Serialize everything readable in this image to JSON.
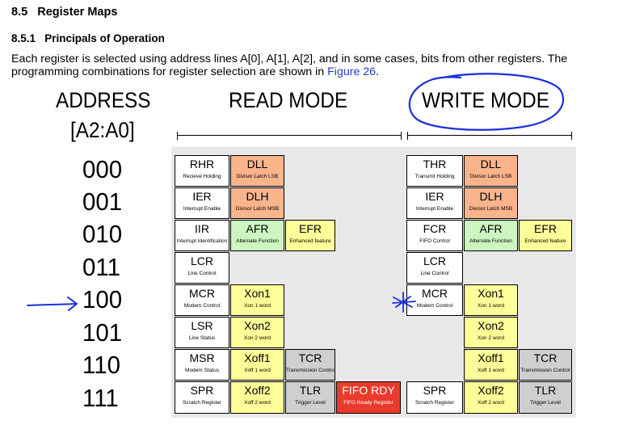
{
  "heading": {
    "number": "8.5",
    "title": "Register Maps"
  },
  "subheading": {
    "number": "8.5.1",
    "title": "Principals of Operation"
  },
  "paragraph": {
    "text": "Each register is selected using address lines A[0], A[1], A[2], and in some cases, bits from other registers. The programming combinations for register selection are shown in",
    "link": "Figure 26",
    "end": "."
  },
  "figure": {
    "address_label": "ADDRESS",
    "address_sub": "[A2:A0]",
    "read_label": "READ MODE",
    "write_label": "WRITE MODE",
    "addresses": [
      "000",
      "001",
      "010",
      "011",
      "100",
      "101",
      "110",
      "111"
    ],
    "colors": {
      "orange": "#f9b48c",
      "yellow": "#ffff99",
      "green": "#ccf5c0",
      "gray": "#cfcfcf",
      "red": "#ea3a2c",
      "annotation_ink": "#1a2ee0"
    },
    "cells": [
      {
        "name": "RHR",
        "desc": "Recieve Holding",
        "color": "white"
      },
      {
        "name": "DLL",
        "desc": "Divisor Latch LSB",
        "color": "orange"
      },
      {
        "name": "IER",
        "desc": "Interrupt Enable",
        "color": "white"
      },
      {
        "name": "DLH",
        "desc": "Divisor Latch MSB",
        "color": "orange"
      },
      {
        "name": "IIR",
        "desc": "Interrupt Identification",
        "color": "white"
      },
      {
        "name": "AFR",
        "desc": "Alternate Function",
        "color": "green"
      },
      {
        "name": "EFR",
        "desc": "Enhanced feature",
        "color": "yellow"
      },
      {
        "name": "LCR",
        "desc": "Line Control",
        "color": "white"
      },
      {
        "name": "MCR",
        "desc": "Modem Control",
        "color": "white"
      },
      {
        "name": "Xon1",
        "desc": "Xon 1 word",
        "color": "yellow"
      },
      {
        "name": "LSR",
        "desc": "Line Status",
        "color": "white"
      },
      {
        "name": "Xon2",
        "desc": "Xon 2 word",
        "color": "yellow"
      },
      {
        "name": "MSR",
        "desc": "Modem Status",
        "color": "white"
      },
      {
        "name": "Xoff1",
        "desc": "Xoff 1 word",
        "color": "yellow"
      },
      {
        "name": "TCR",
        "desc": "Transmission Control",
        "color": "gray"
      },
      {
        "name": "SPR",
        "desc": "Scratch Register",
        "color": "white"
      },
      {
        "name": "Xoff2",
        "desc": "Xoff 2 word",
        "color": "yellow"
      },
      {
        "name": "TLR",
        "desc": "Trigger Level",
        "color": "gray"
      },
      {
        "name": "FIFO RDY",
        "desc": "FIFO Ready Register",
        "color": "red"
      },
      {
        "name": "SPR",
        "desc": "Scratch Register",
        "color": "white"
      },
      {
        "name": "Xoff2",
        "desc": "Xoff 2 word",
        "color": "yellow"
      },
      {
        "name": "TLR",
        "desc": "Trigger Level",
        "color": "gray"
      },
      {
        "name": "THR",
        "desc": "Transmit Holding",
        "color": "white"
      },
      {
        "name": "DLL",
        "desc": "Divisor Latch LSB",
        "color": "orange"
      },
      {
        "name": "IER",
        "desc": "Interrupt Enable",
        "color": "white"
      },
      {
        "name": "DLH",
        "desc": "Divisor Latch MSB",
        "color": "orange"
      },
      {
        "name": "FCR",
        "desc": "FIFO Control",
        "color": "white"
      },
      {
        "name": "AFR",
        "desc": "Alternate Function",
        "color": "green"
      },
      {
        "name": "EFR",
        "desc": "Enhanced feature",
        "color": "yellow"
      },
      {
        "name": "LCR",
        "desc": "Line Control",
        "color": "white"
      },
      {
        "name": "MCR",
        "desc": "Modem Control",
        "color": "white"
      },
      {
        "name": "Xon1",
        "desc": "Xon 1 word",
        "color": "yellow"
      },
      {
        "name": "Xon2",
        "desc": "Xon 2 word",
        "color": "yellow"
      },
      {
        "name": "Xoff1",
        "desc": "Xoff 1 word",
        "color": "yellow"
      },
      {
        "name": "TCR",
        "desc": "Transmission Control",
        "color": "gray"
      }
    ]
  }
}
